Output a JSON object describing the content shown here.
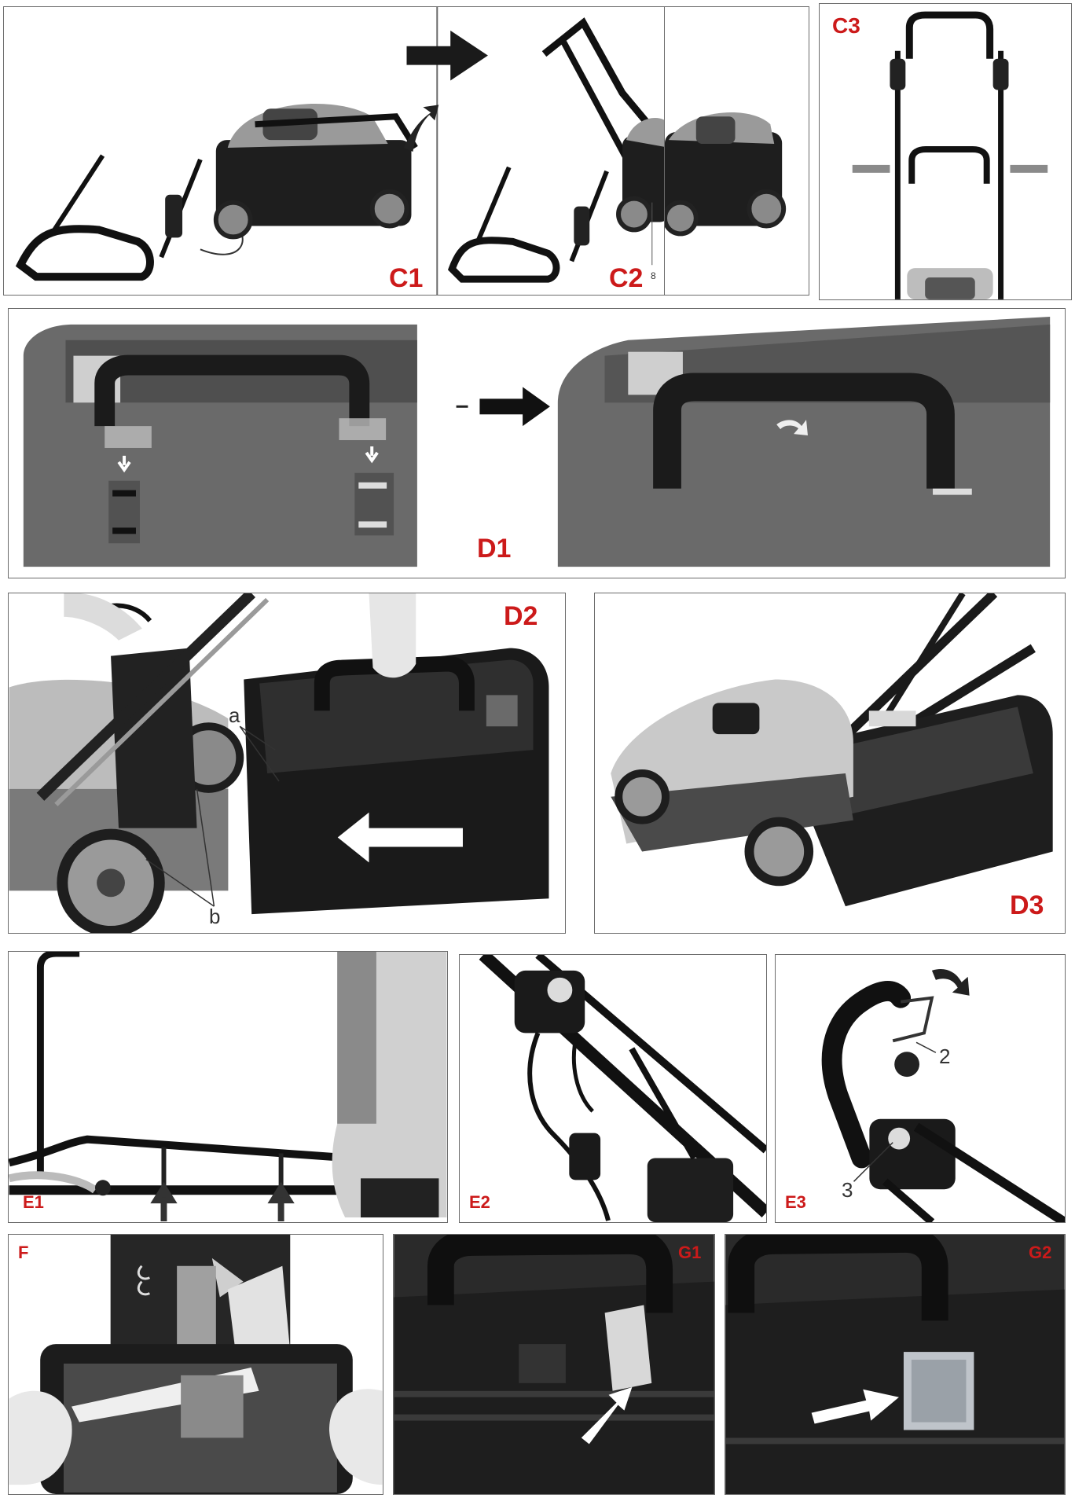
{
  "colors": {
    "label": "#cc1a1a",
    "frame": "#6b6b6b",
    "body_dark": "#1e1e1e",
    "body_grey": "#6a6a6a",
    "body_light": "#c9c9c9"
  },
  "panels": {
    "c1": {
      "label": "C1"
    },
    "c2": {
      "label": "C2",
      "part": "8"
    },
    "c3": {
      "label": "C3"
    },
    "d1": {
      "label": "D1"
    },
    "d2": {
      "label": "D2",
      "callout_a": "a",
      "callout_b": "b"
    },
    "d3": {
      "label": "D3"
    },
    "e1": {
      "label": "E1"
    },
    "e2": {
      "label": "E2"
    },
    "e3": {
      "label": "E3",
      "callout_2": "2",
      "callout_3": "3"
    },
    "f": {
      "label": "F"
    },
    "g1": {
      "label": "G1"
    },
    "g2": {
      "label": "G2"
    }
  }
}
